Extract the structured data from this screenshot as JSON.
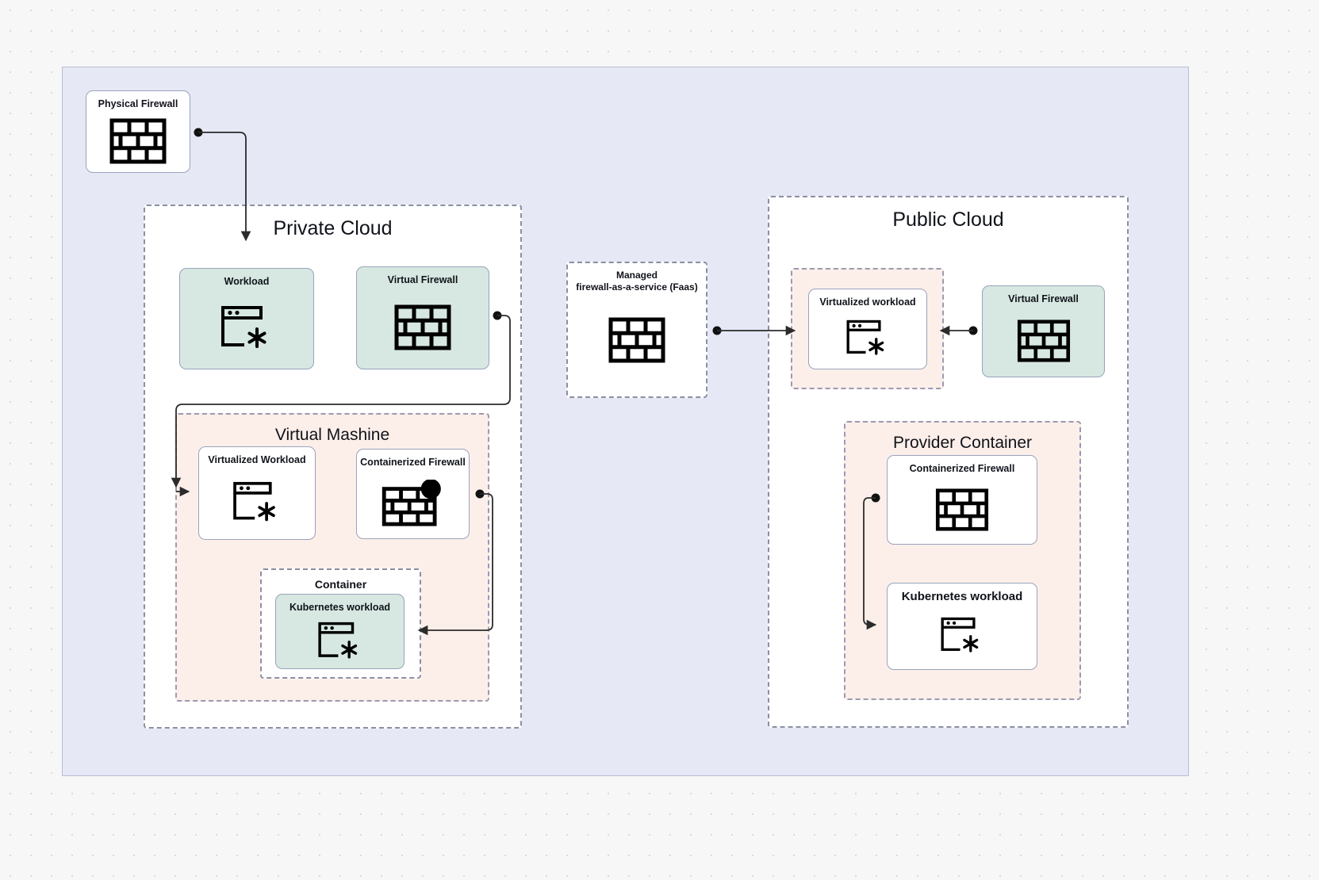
{
  "canvas": {
    "background_color": "#f7f7f8",
    "frame_color": "#e6e8f5",
    "frame_border_color": "#b9bdd4"
  },
  "palette": {
    "green_node": "#d6e8e1",
    "white_node": "#ffffff",
    "pink_group": "#fcefea",
    "dashed_border": "#8b8fa3",
    "node_border": "#9aa3bb",
    "wire": "#2b2b2b",
    "text": "#10131a"
  },
  "nodes": {
    "physical_firewall": {
      "label": "Physical Firewall",
      "icon": "brick-firewall-icon"
    },
    "workload": {
      "label": "Workload",
      "icon": "window-workload-icon"
    },
    "virtual_firewall_private": {
      "label": "Virtual Firewall",
      "icon": "brick-firewall-icon"
    },
    "virtualized_workload_vm": {
      "label": "Virtualized Workload",
      "icon": "window-workload-icon"
    },
    "containerized_firewall_vm": {
      "label": "Containerized Firewall",
      "icon": "brick-firewall-container-icon"
    },
    "kubernetes_workload_private": {
      "label": "Kubernetes workload",
      "icon": "window-workload-icon"
    },
    "managed_faas": {
      "label_line1": "Managed",
      "label_line2": "firewall-as-a-service (Faas)",
      "icon": "brick-firewall-icon"
    },
    "virtualized_workload_public": {
      "label": "Virtualized workload",
      "icon": "window-workload-icon"
    },
    "virtual_firewall_public": {
      "label": "Virtual Firewall",
      "icon": "brick-firewall-icon"
    },
    "containerized_firewall_provider": {
      "label": "Containerized Firewall",
      "icon": "brick-firewall-icon"
    },
    "kubernetes_workload_provider": {
      "label": "Kubernetes workload",
      "icon": "window-workload-icon"
    }
  },
  "groups": {
    "private_cloud": {
      "title": "Private Cloud"
    },
    "virtual_machine": {
      "title": "Virtual Mashine"
    },
    "container": {
      "title": "Container"
    },
    "public_cloud": {
      "title": "Public Cloud"
    },
    "provider_container": {
      "title": "Provider Container"
    },
    "faas_group": {
      "title": ""
    },
    "public_workload_wrapper": {
      "title": ""
    }
  }
}
